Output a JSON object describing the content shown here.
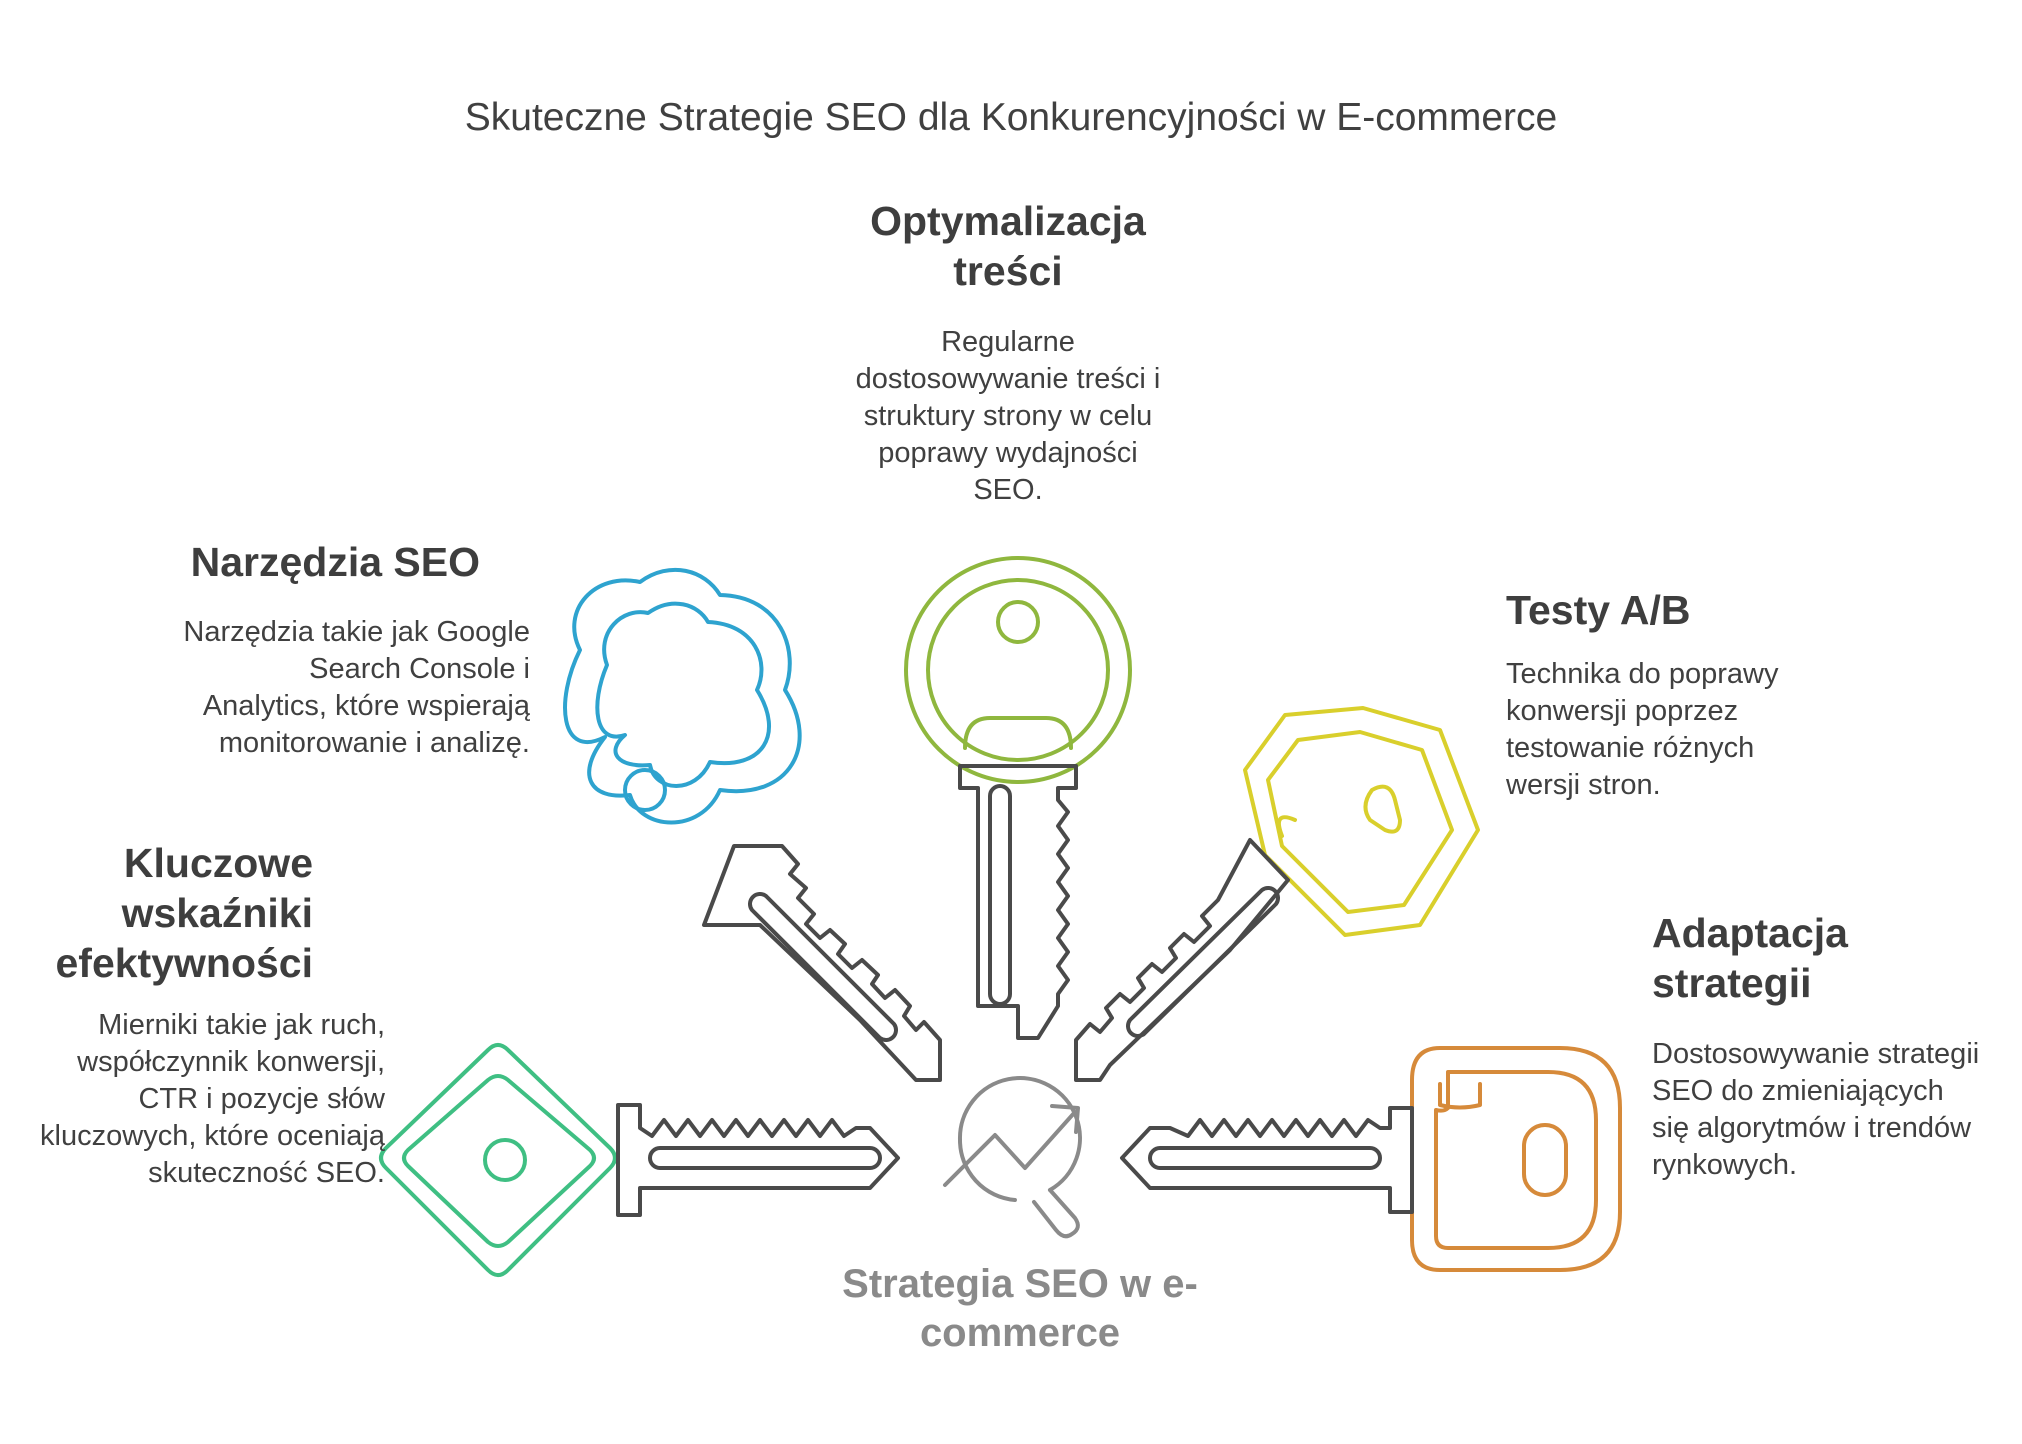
{
  "title": "Skuteczne Strategie SEO dla Konkurencyjności w E-commerce",
  "center": {
    "label": "Strategia SEO w e-commerce",
    "icon": "seo-analytics-icon"
  },
  "keys": [
    {
      "id": "content",
      "heading": "Optymalizacja treści",
      "description": "Regularne dostosowywanie treści i struktury strony w celu poprawy wydajności SEO.",
      "color": "#8fb73e",
      "icon": "round-key-icon"
    },
    {
      "id": "tools",
      "heading": "Narzędzia SEO",
      "description": "Narzędzia takie jak Google Search Console i Analytics, które wspierają monitorowanie i analizę.",
      "color": "#2ea3cf",
      "icon": "cloud-key-icon"
    },
    {
      "id": "abtests",
      "heading": "Testy A/B",
      "description": "Technika do poprawy konwersji poprzez testowanie różnych wersji stron.",
      "color": "#d9cf2c",
      "icon": "hexagon-key-icon"
    },
    {
      "id": "kpi",
      "heading": "Kluczowe wskaźniki efektywności",
      "description": "Mierniki takie jak ruch, współczynnik konwersji, CTR i pozycje słów kluczowych, które oceniają skuteczność SEO.",
      "color": "#3fbf83",
      "icon": "diamond-key-icon"
    },
    {
      "id": "adapt",
      "heading": "Adaptacja strategii",
      "description": "Dostosowywanie strategii SEO do zmieniających się algorytmów i trendów rynkowych.",
      "color": "#d68a3a",
      "icon": "rounded-square-key-icon"
    }
  ]
}
